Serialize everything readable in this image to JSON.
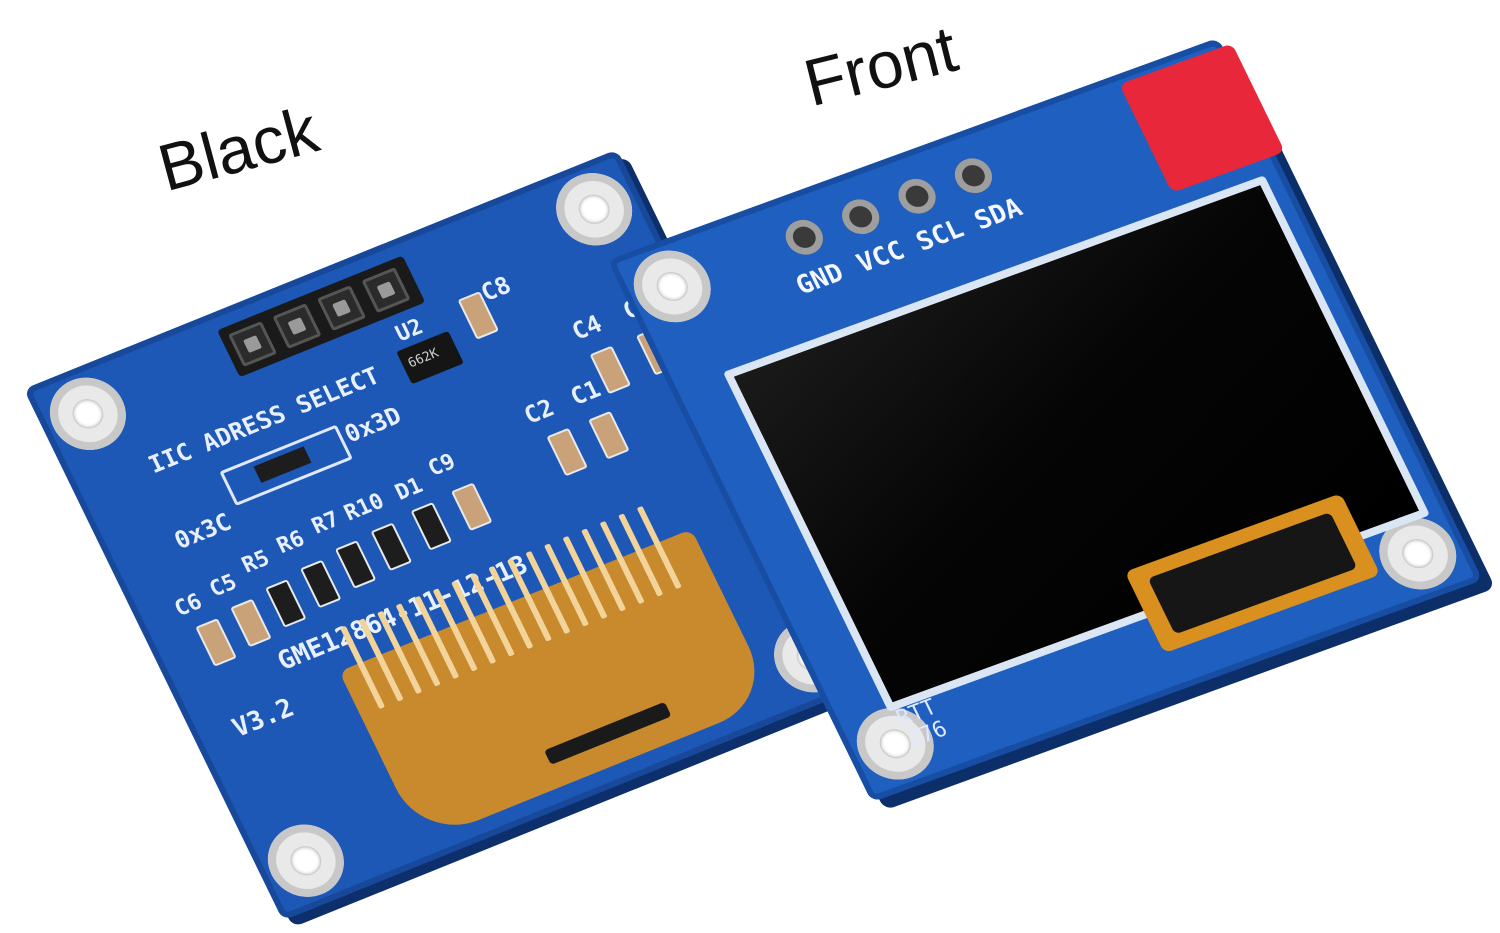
{
  "captions": {
    "back": "Black",
    "front": "Front"
  },
  "back_board": {
    "silkscreen": {
      "address_title": "IIC ADRESS SELECT",
      "addr_a": "0x3C",
      "addr_b": "0x3D",
      "u2": "U2",
      "u2_marking": "662K",
      "c8": "C8",
      "c4": "C4",
      "c3": "C3",
      "c2": "C2",
      "c1": "C1",
      "c9": "C9",
      "d1": "D1",
      "r10": "R10",
      "r7": "R7",
      "r6": "R6",
      "r5": "R5",
      "c5": "C5",
      "c6": "C6",
      "model": "GME12864-11-12-13",
      "version": "V3.2"
    },
    "pcb_color": "#1e58b6"
  },
  "front_board": {
    "pins": [
      "GND",
      "VCC",
      "SCL",
      "SDA"
    ],
    "marking_line1": "RTT",
    "marking_line2": "276",
    "tab_color": "#e8283a",
    "pcb_color": "#1f5fc0"
  }
}
